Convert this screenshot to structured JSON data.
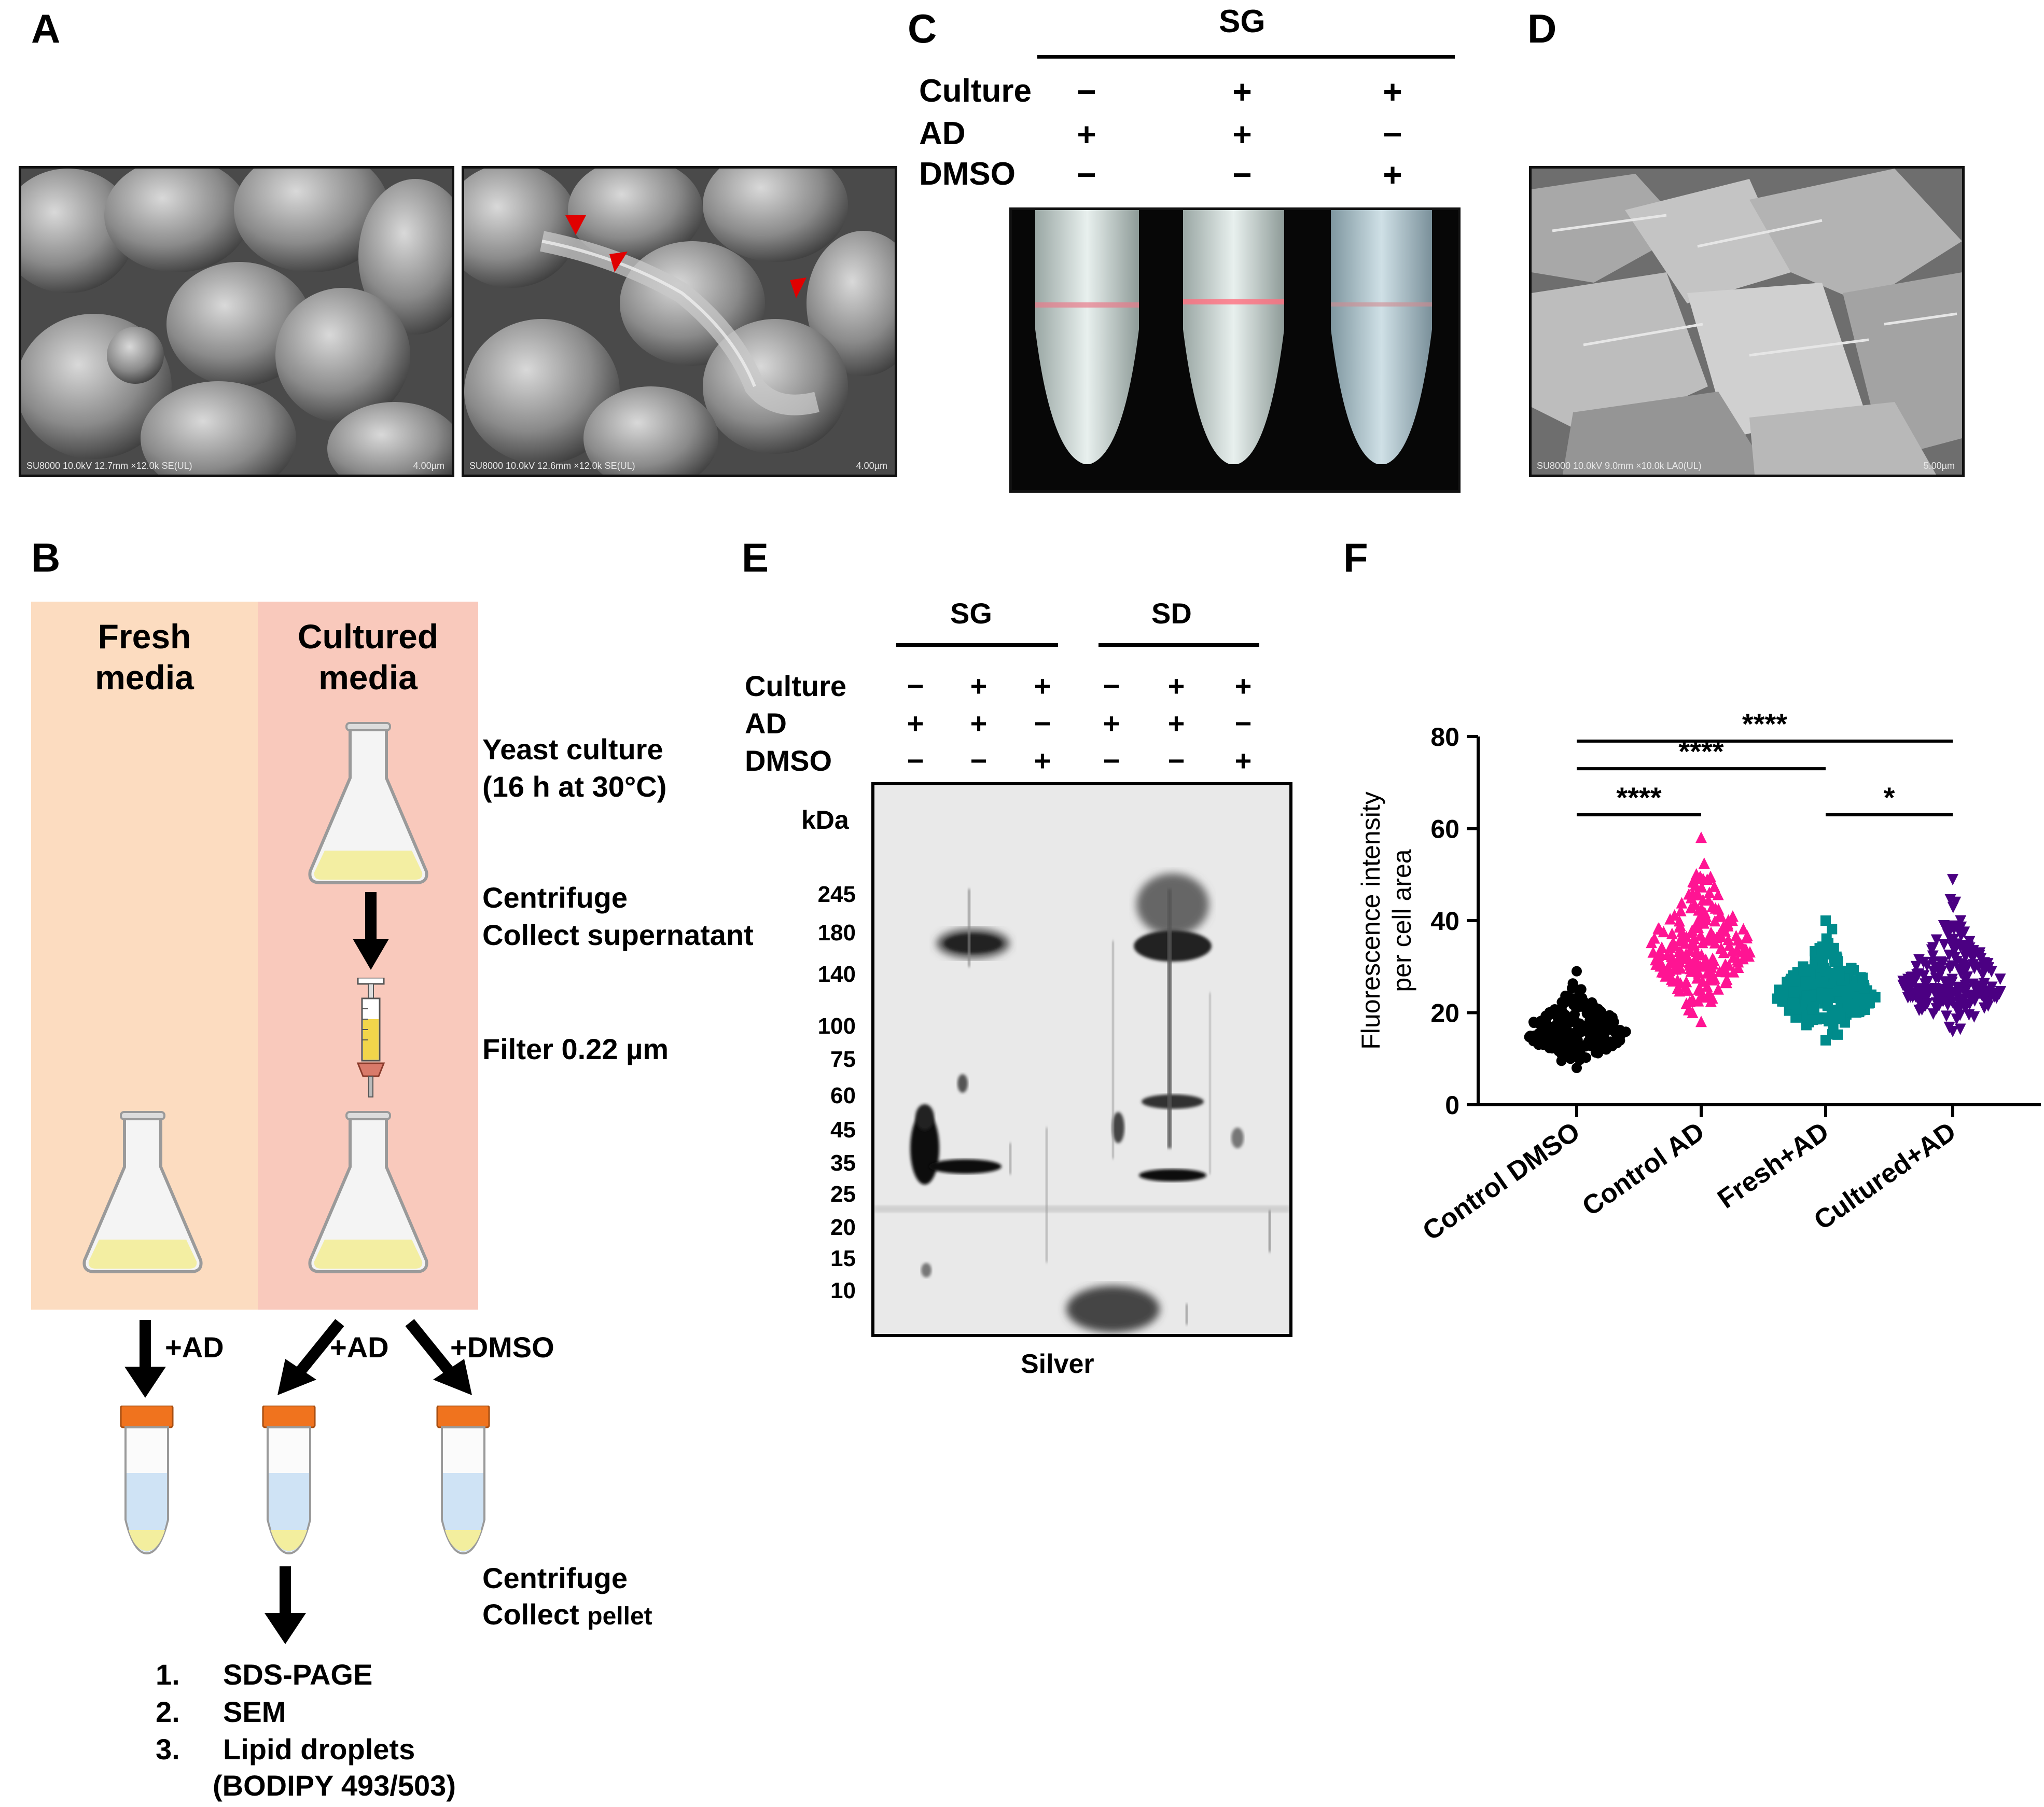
{
  "panels": {
    "A": {
      "letter": "A",
      "images": [
        {
          "caption": "SU8000 10.0kV 12.7mm ×12.0k SE(UL)",
          "scale": "4.00µm"
        },
        {
          "caption": "SU8000 10.0kV 12.6mm ×12.0k SE(UL)",
          "scale": "4.00µm"
        }
      ]
    },
    "B": {
      "letter": "B",
      "fresh_label": "Fresh\nmedia",
      "cultured_label": "Cultured\nmedia",
      "steps": {
        "yeast_culture": "Yeast culture",
        "yeast_culture_2": "(16 h at 30°C)",
        "centrifuge": "Centrifuge",
        "collect_supernatant": "Collect supernatant",
        "filter": "Filter 0.22 µm",
        "add_ad_1": "+AD",
        "add_ad_2": "+AD",
        "add_dmso": "+DMSO",
        "centrifuge_2": "Centrifuge",
        "collect_pellet_a": "Collect",
        "collect_pellet_b": "pellet"
      },
      "analyses": [
        {
          "num": "1.",
          "text": "SDS-PAGE"
        },
        {
          "num": "2.",
          "text": "SEM"
        },
        {
          "num": "3.",
          "text": "Lipid droplets"
        }
      ],
      "analysis_note": "(BODIPY 493/503)"
    },
    "C": {
      "letter": "C",
      "group": "SG",
      "row_labels": [
        "Culture",
        "AD",
        "DMSO"
      ],
      "rows": [
        [
          "−",
          "+",
          "+"
        ],
        [
          "+",
          "+",
          "−"
        ],
        [
          "−",
          "−",
          "+"
        ]
      ]
    },
    "D": {
      "letter": "D",
      "caption": "SU8000 10.0kV 9.0mm ×10.0k LA0(UL)",
      "scale": "5.00µm"
    },
    "E": {
      "letter": "E",
      "groups": [
        "SG",
        "SD"
      ],
      "row_labels": [
        "Culture",
        "AD",
        "DMSO"
      ],
      "rows": [
        [
          "−",
          "+",
          "+",
          "−",
          "+",
          "+"
        ],
        [
          "+",
          "+",
          "−",
          "+",
          "+",
          "−"
        ],
        [
          "−",
          "−",
          "+",
          "−",
          "−",
          "+"
        ]
      ],
      "unit": "kDa",
      "markers": [
        "245",
        "180",
        "140",
        "100",
        "75",
        "60",
        "45",
        "35",
        "25",
        "20",
        "15",
        "10"
      ],
      "stain": "Silver"
    },
    "F": {
      "letter": "F"
    }
  },
  "chart_data": {
    "type": "scatter",
    "ylabel": "Fluorescence intensity per cell area",
    "ylabel_lines": [
      "Fluorescence intensity",
      "per cell area"
    ],
    "ylim": [
      0,
      80
    ],
    "yticks": [
      "0",
      "20",
      "40",
      "60",
      "80"
    ],
    "categories": [
      "Control DMSO",
      "Control AD",
      "Fresh+AD",
      "Cultured+AD"
    ],
    "series": [
      {
        "category": "Control DMSO",
        "marker": "circle",
        "color": "#000000",
        "mean": 16,
        "min": 8,
        "max": 29
      },
      {
        "category": "Control AD",
        "marker": "triangle-up",
        "color": "#ff1493",
        "mean": 34,
        "min": 18,
        "max": 58
      },
      {
        "category": "Fresh+AD",
        "marker": "square",
        "color": "#008b8b",
        "mean": 24,
        "min": 14,
        "max": 40
      },
      {
        "category": "Cultured+AD",
        "marker": "triangle-down",
        "color": "#4b0082",
        "mean": 26,
        "min": 16,
        "max": 49
      }
    ],
    "significance": [
      {
        "from": 0,
        "to": 3,
        "y": 79,
        "label": "****"
      },
      {
        "from": 0,
        "to": 2,
        "y": 73,
        "label": "****"
      },
      {
        "from": 0,
        "to": 1,
        "y": 63,
        "label": "****"
      },
      {
        "from": 2,
        "to": 3,
        "y": 63,
        "label": "*"
      }
    ]
  }
}
